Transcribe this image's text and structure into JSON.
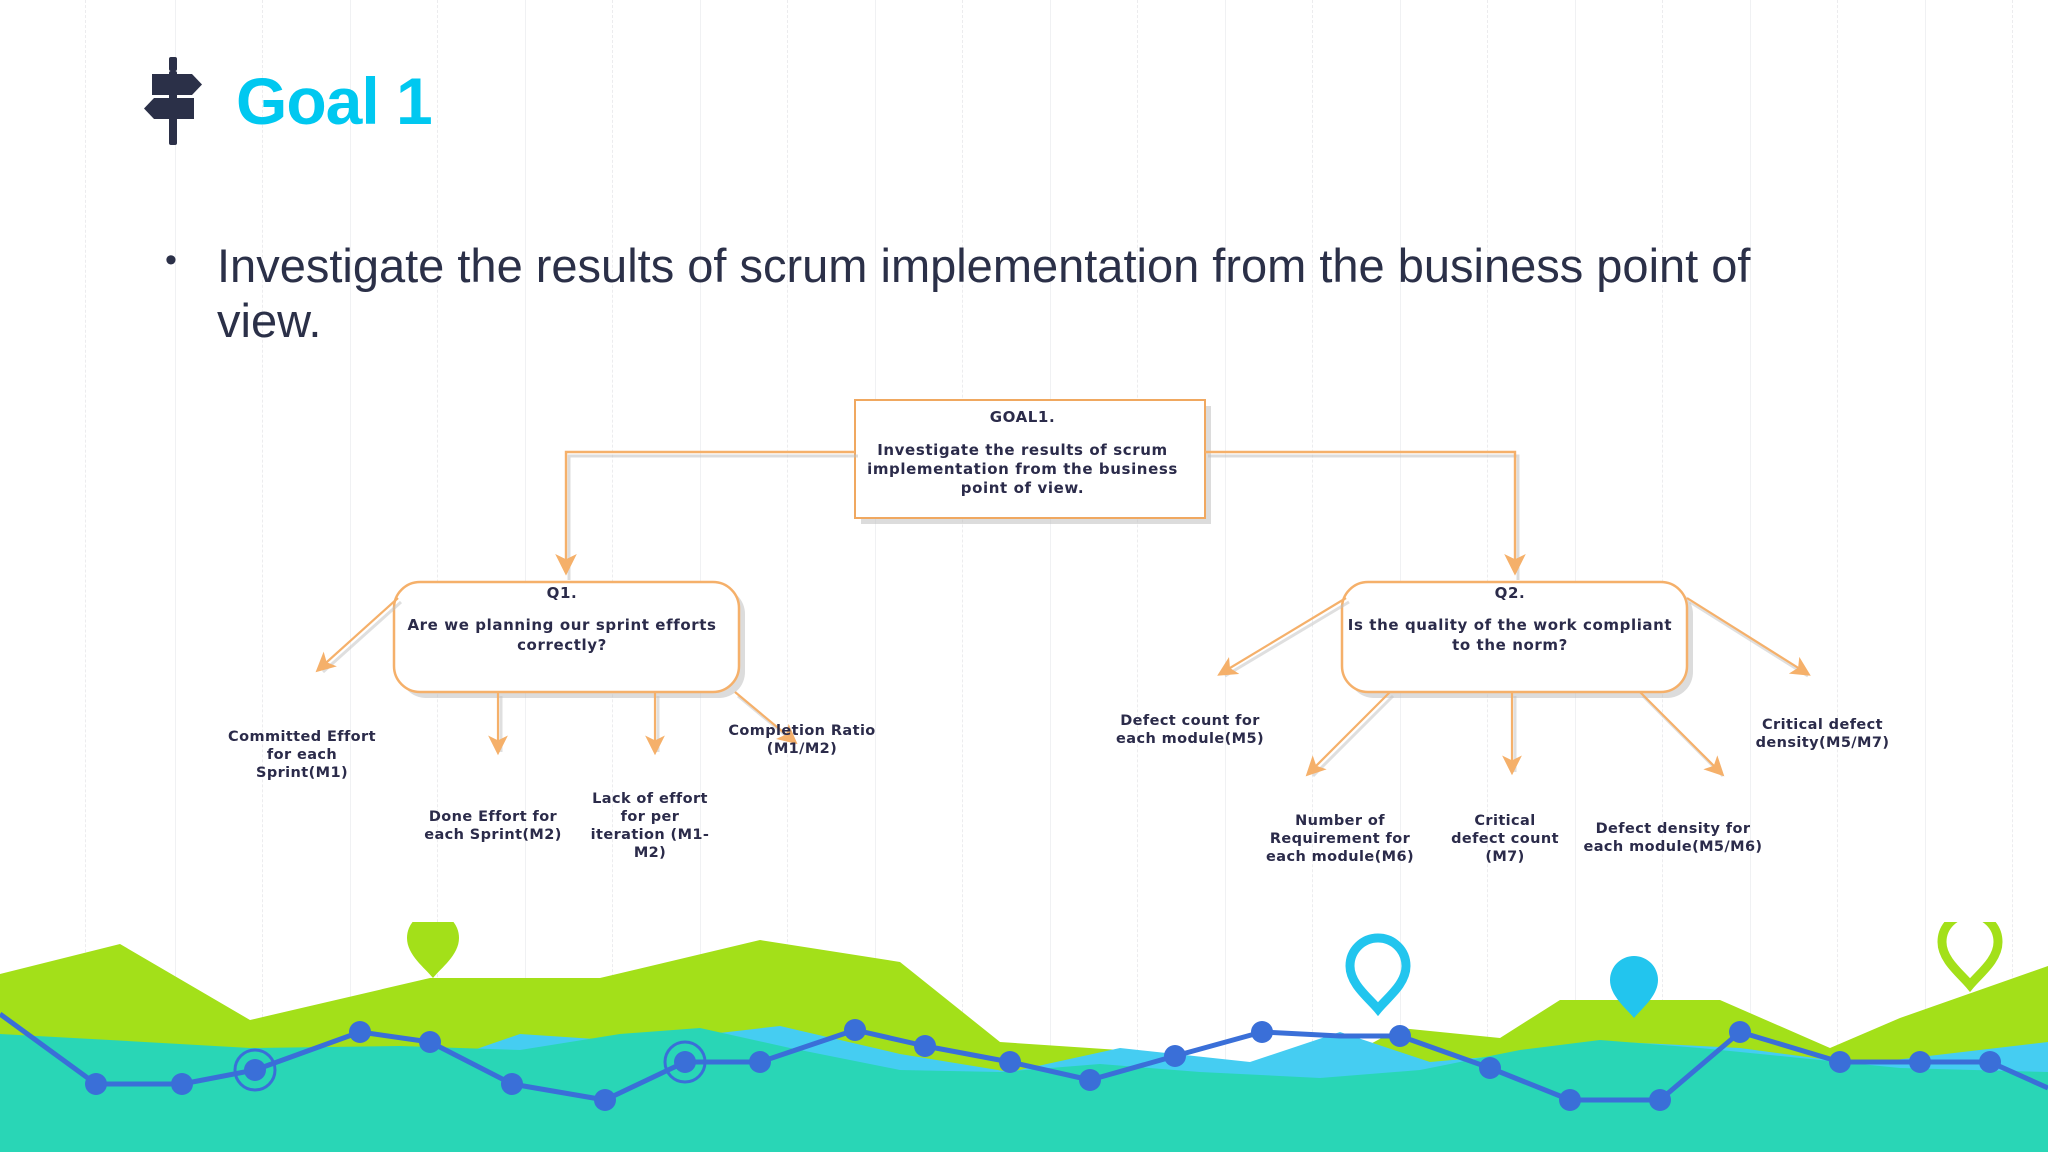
{
  "slide": {
    "icon": "signpost-icon",
    "title": "Goal 1",
    "title_color": "#00c8f0",
    "bullet_marker": "•",
    "bullet_text": "Investigate the results of scrum implementation from the business point of view."
  },
  "diagram": {
    "accent_color": "#f0a860",
    "text_color": "#2b2b4a",
    "goal": {
      "id": "GOAL1.",
      "text": "Investigate the results of scrum implementation from the business point of view."
    },
    "questions": [
      {
        "id": "Q1.",
        "text": "Are we planning our sprint efforts correctly?"
      },
      {
        "id": "Q2.",
        "text": "Is the quality of the work compliant to the norm?"
      }
    ],
    "metrics": [
      {
        "label": "Committed Effort for each Sprint(M1)",
        "parent": "Q1."
      },
      {
        "label": "Done Effort for each Sprint(M2)",
        "parent": "Q1."
      },
      {
        "label": "Lack of effort for per iteration (M1-M2)",
        "parent": "Q1."
      },
      {
        "label": "Completion Ratio (M1/M2)",
        "parent": "Q1."
      },
      {
        "label": "Defect count for each module(M5)",
        "parent": "Q2."
      },
      {
        "label": "Number of Requirement for each module(M6)",
        "parent": "Q2."
      },
      {
        "label": "Critical defect count (M7)",
        "parent": "Q2."
      },
      {
        "label": "Defect density for each module(M5/M6)",
        "parent": "Q2."
      },
      {
        "label": "Critical defect density(M5/M7)",
        "parent": "Q2."
      }
    ]
  },
  "decoration": {
    "colors": {
      "green": "#a3e019",
      "teal": "#29d6b6",
      "cyan": "#2ecbf0",
      "light_cyan": "#45cdf2",
      "line_blue": "#3a6fd8",
      "marker_green": "#a3e019",
      "marker_cyan": "#22c5ee"
    },
    "pins": [
      "green-pin",
      "cyan-pin",
      "cyan-pin",
      "green-pin"
    ]
  }
}
